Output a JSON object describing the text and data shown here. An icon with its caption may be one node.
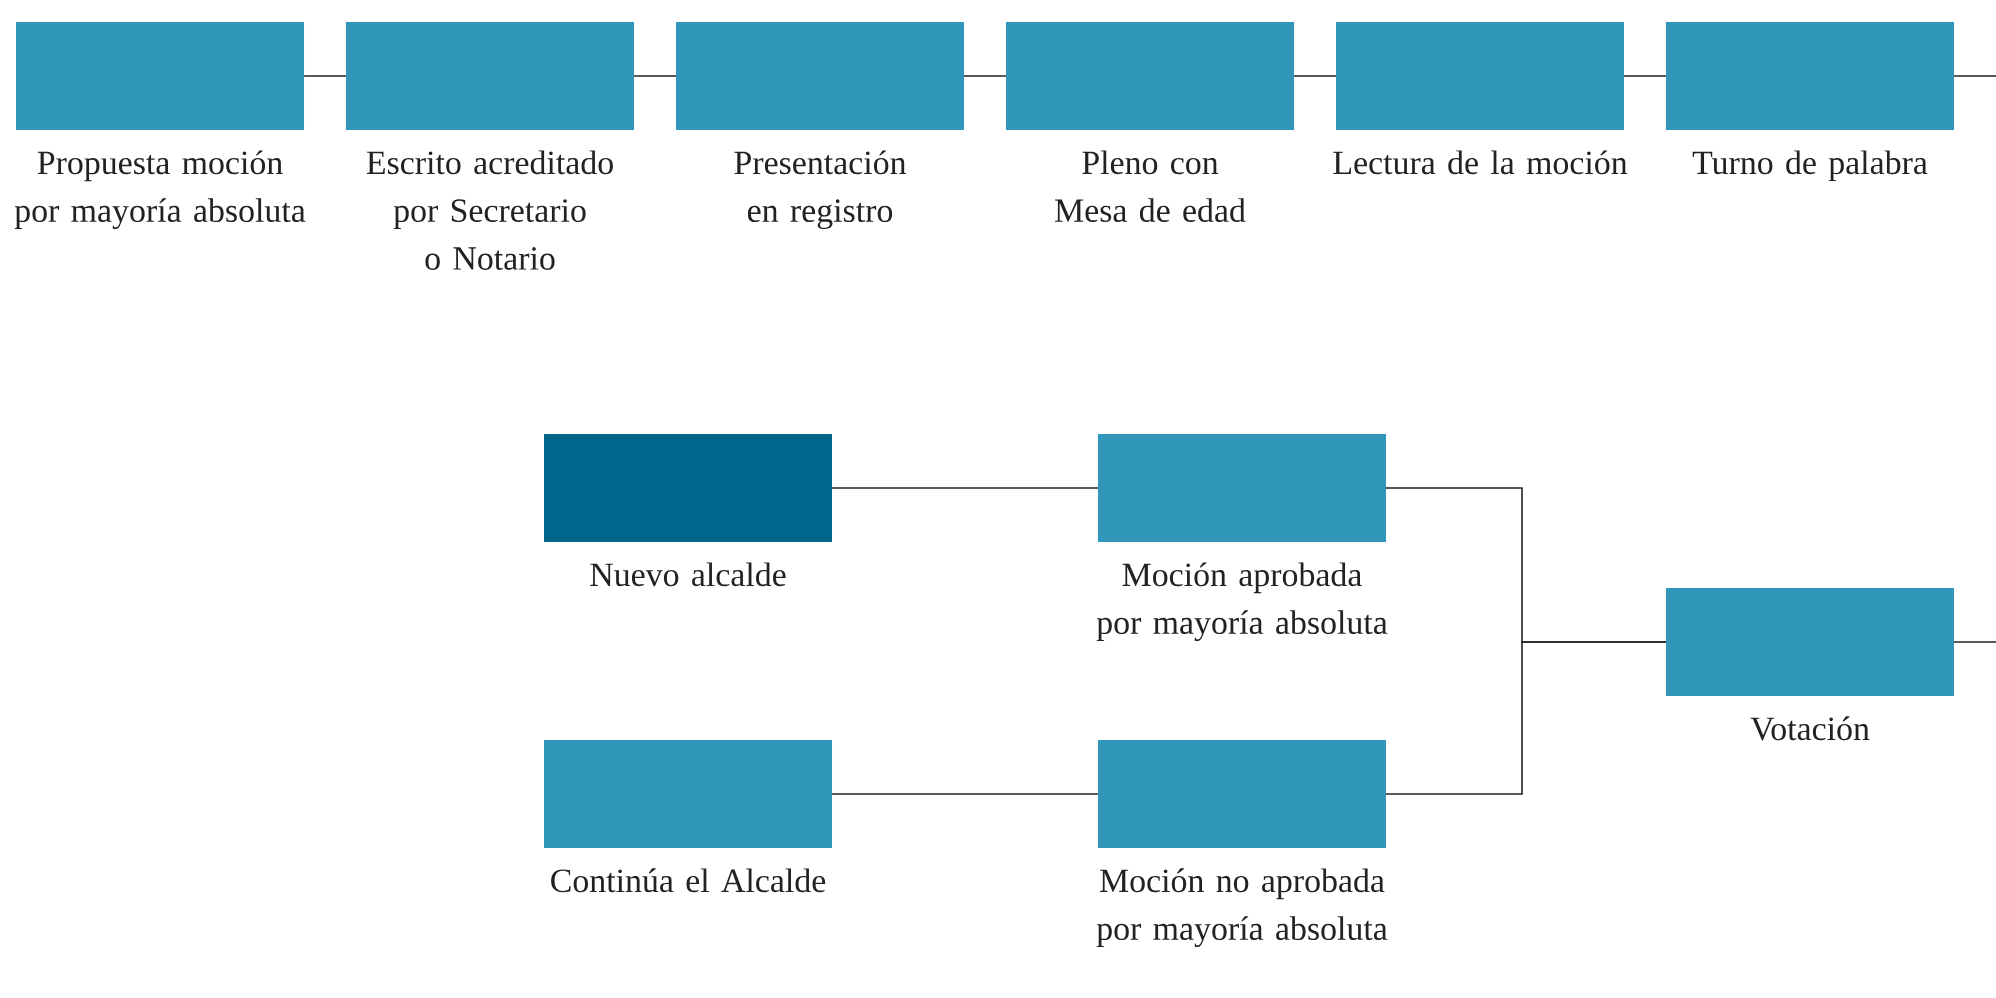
{
  "diagram": {
    "nodes": [
      {
        "text": [
          "Propuesta moción por mayoría absoluta"
        ]
      },
      {
        "text": [
          "Escrito acreditado por Secretario o Notario"
        ]
      },
      {
        "text": [
          "Presentación en registro"
        ]
      },
      {
        "text": [
          "Pleno con Mesa de edad"
        ]
      },
      {
        "text": [
          "Lectura de la moción"
        ]
      },
      {
        "text": [
          "Turno de palabra"
        ]
      },
      {
        "text": [
          "Nuevo alcalde"
        ]
      },
      {
        "text": [
          "Moción aprobada por mayoría absoluta"
        ]
      },
      {
        "text": [
          "Votación"
        ]
      },
      {
        "text": [
          "Continúa el Alcalde"
        ]
      },
      {
        "text": [
          "Moción no aprobada por mayoría absoluta"
        ]
      }
    ],
    "edges": [
      {
        "from": 0,
        "to": 1,
        "arrow": "none"
      },
      {
        "from": 1,
        "to": 2,
        "arrow": "none"
      },
      {
        "from": 2,
        "to": 3,
        "arrow": "none"
      },
      {
        "from": 3,
        "to": 4,
        "arrow": "none"
      },
      {
        "from": 4,
        "to": 5,
        "arrow": "none"
      },
      {
        "from": 5,
        "to": null,
        "arrow": "none"
      },
      {
        "from": null,
        "to": 8,
        "arrow": "none"
      },
      {
        "from": 8,
        "to": 7,
        "arrow": "none"
      },
      {
        "from": 8,
        "to": 10,
        "arrow": "none"
      },
      {
        "from": 7,
        "to": 6,
        "arrow": "none"
      },
      {
        "from": 10,
        "to": 9,
        "arrow": "none"
      }
    ]
  }
}
